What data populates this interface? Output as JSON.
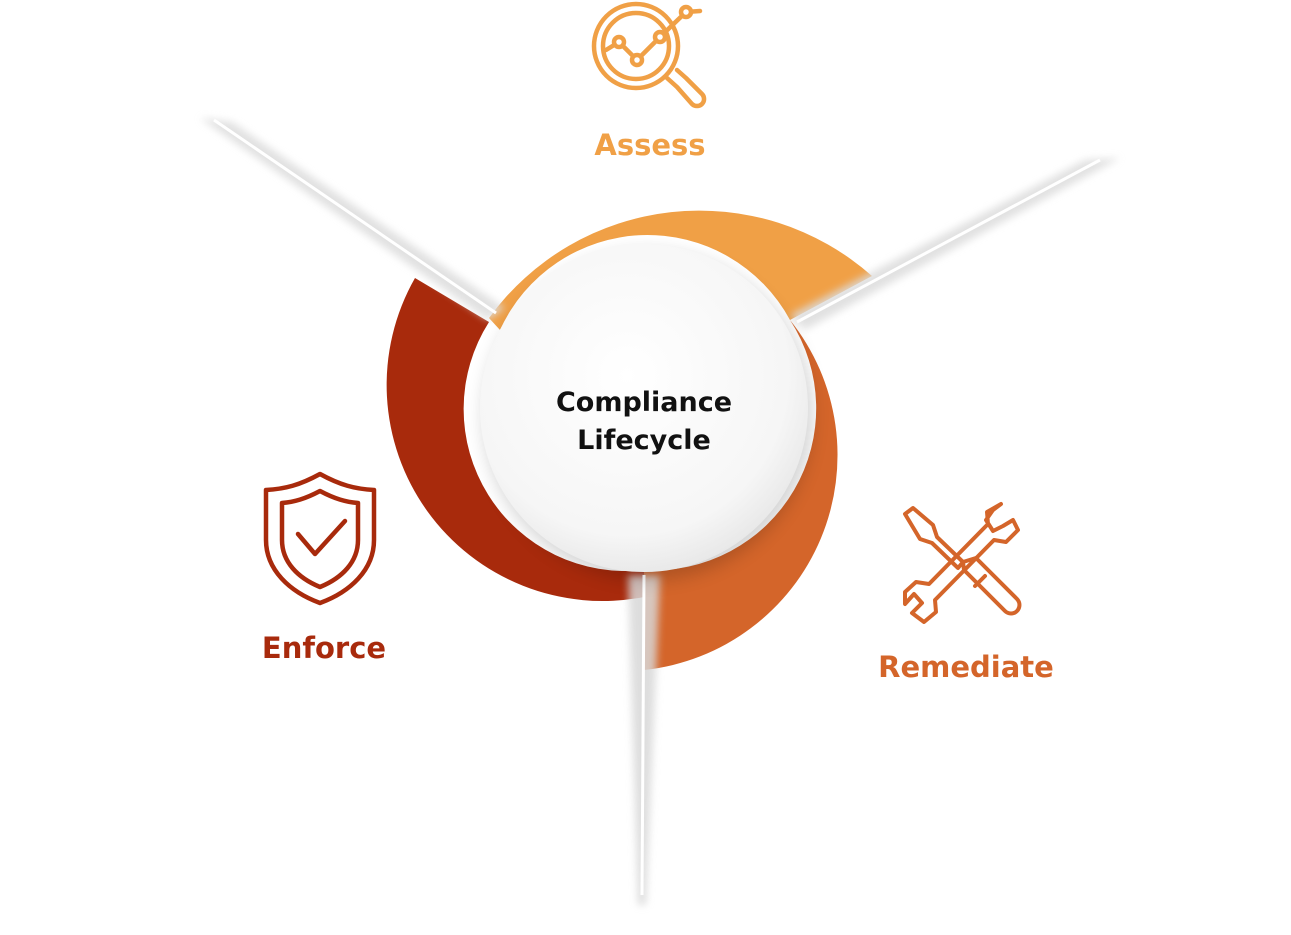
{
  "center": {
    "title_line1": "Compliance",
    "title_line2": "Lifecycle"
  },
  "steps": [
    {
      "label": "Assess",
      "icon": "magnifier-chart-icon",
      "color": "#F0A046"
    },
    {
      "label": "Remediate",
      "icon": "screwdriver-wrench-icon",
      "color": "#D4652A"
    },
    {
      "label": "Enforce",
      "icon": "shield-check-icon",
      "color": "#A82A0C"
    }
  ],
  "colors": {
    "assess": "#F0A046",
    "remediate": "#D4652A",
    "enforce": "#A82A0C"
  }
}
